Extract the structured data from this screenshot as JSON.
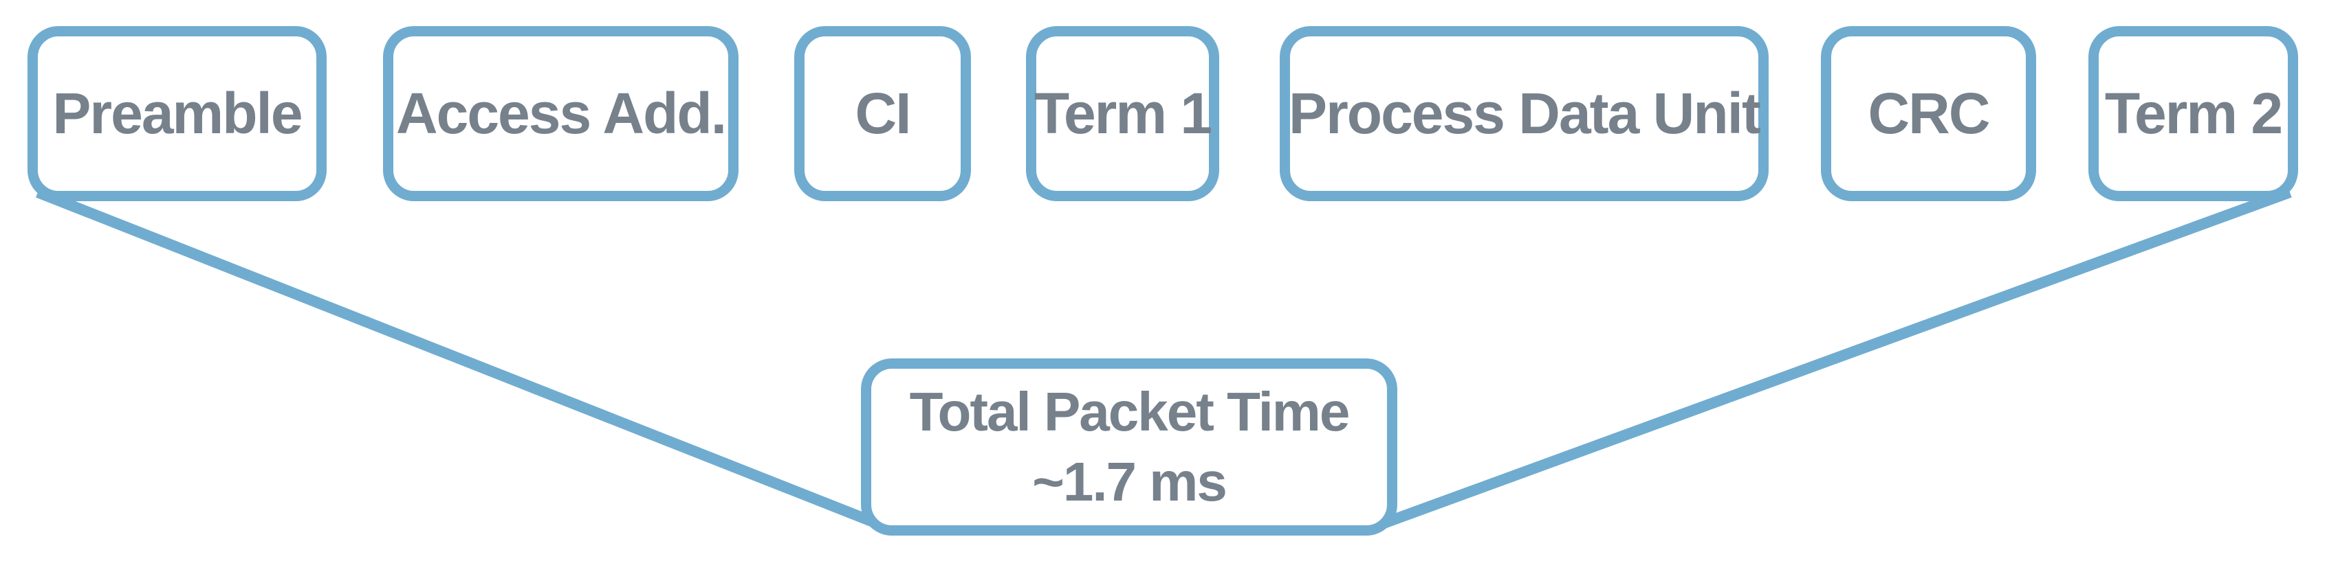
{
  "diagram": {
    "description": "Packet structure timeline with fields and total packet time callout",
    "packet_fields": [
      {
        "label": "Preamble"
      },
      {
        "label": "Access Add."
      },
      {
        "label": "CI"
      },
      {
        "label": "Term 1"
      },
      {
        "label": "Process Data Unit"
      },
      {
        "label": "CRC"
      },
      {
        "label": "Term 2"
      }
    ],
    "total": {
      "line1": "Total Packet Time",
      "line2": "~1.7 ms"
    },
    "colors": {
      "accent": "#70acd0",
      "text": "#76818c",
      "background": "#ffffff"
    }
  }
}
